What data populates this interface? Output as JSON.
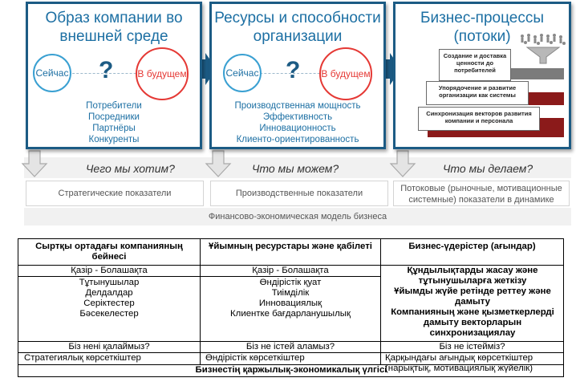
{
  "diagram": {
    "panels": [
      {
        "title": "Образ компании во внешней среде",
        "now": "Сейчас",
        "question": "?",
        "future": "В будущем",
        "list": [
          "Потребители",
          "Посредники",
          "Партнёры",
          "Конкуренты"
        ]
      },
      {
        "title": "Ресурсы и способности организации",
        "now": "Сейчас",
        "question": "?",
        "future": "В будущем",
        "list": [
          "Производственная мощность",
          "Эффективность",
          "Инновационность",
          "Клиенто-ориентированность"
        ]
      },
      {
        "title": "Бизнес-процессы (потоки)",
        "stairs": [
          "Создание и доставка ценности до потребителей",
          "Упорядочение и развитие организации как системы",
          "Синхронизация векторов развития компании и персонала"
        ]
      }
    ],
    "questions": [
      "Чего мы хотим?",
      "Что мы можем?",
      "Что мы делаем?"
    ],
    "indicators": [
      "Стратегические показатели",
      "Производственные показатели",
      "Потоковые (рыночные, мотивационные системные) показатели в динамике"
    ],
    "finance_model": "Финансово-экономическая модель бизнеса",
    "colors": {
      "accent": "#1c5b84",
      "text_blue": "#1c6fa3",
      "red": "#e53935",
      "stair_dark": "#8b1a1a"
    }
  },
  "table": {
    "headers": [
      "Сыртқы ортадағы компанияның бейнесі",
      "Ұйымның ресурстары және қабілеті",
      "Бизнес-үдерістер (ағындар)"
    ],
    "now_future": [
      "Қазір - Болашақта",
      "Қазір - Болашақта"
    ],
    "col1_items": [
      "Тұтынушылар",
      "Делдалдар",
      "Серіктестер",
      "Бәсекелестер"
    ],
    "col2_items": [
      "Өндірістік қуат",
      "Тиімділік",
      "Инновациялық",
      "Клиентке бағдарланушылық"
    ],
    "col3_items": [
      "Құндылықтарды жасау және тұтынушыларға жеткізу",
      "Ұйымды жүйе ретінде реттеу және дамыту",
      "Компанияның және қызметкерлерді дамыту векторларын синхронизациялау"
    ],
    "questions": [
      "Біз нені қалаймыз?",
      "Біз не істей аламыз?",
      "Біз не істейміз?"
    ],
    "indicators": [
      "Стратегиялық көрсеткіштер",
      "Өндірістік көрсеткіштер",
      "Қарқындағы ағындық көрсеткіштер (нарықтық, мотивациялық жүйелік)"
    ],
    "footer": "Бизнестің қаржылық-экономикалық үлгісі"
  }
}
